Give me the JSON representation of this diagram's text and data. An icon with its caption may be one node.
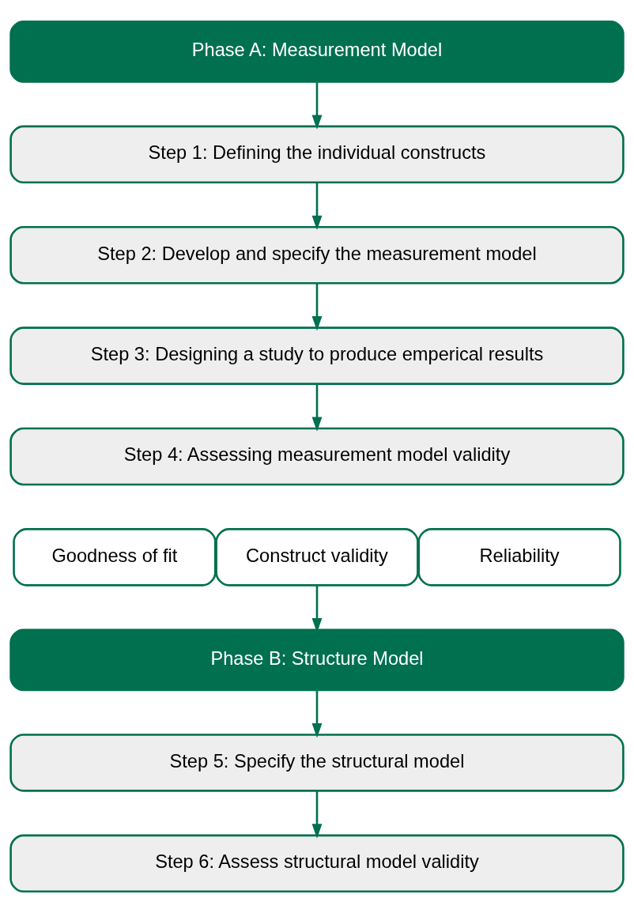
{
  "diagram": {
    "nodes": [
      {
        "text": [
          "Phase A: Measurement Model"
        ]
      },
      {
        "text": [
          "Step 1: Defining the individual constructs"
        ]
      },
      {
        "text": [
          "Step 2: Develop and specify the measurement model"
        ]
      },
      {
        "text": [
          "Step 3: Designing a study to produce emperical results"
        ]
      },
      {
        "text": [
          "Step 4: Assessing measurement model validity"
        ]
      },
      {
        "text": [
          "Goodness of fit"
        ]
      },
      {
        "text": [
          "Construct validity"
        ]
      },
      {
        "text": [
          "Reliability"
        ]
      },
      {
        "text": [
          "Phase B: Structure Model"
        ]
      },
      {
        "text": [
          "Step 5: Specify the structural model"
        ]
      },
      {
        "text": [
          "Step 6: Assess structural model validity"
        ]
      }
    ],
    "edges": [
      {
        "from": 0,
        "to": 1,
        "arrow": "to"
      },
      {
        "from": 1,
        "to": 2,
        "arrow": "to"
      },
      {
        "from": 2,
        "to": 3,
        "arrow": "to"
      },
      {
        "from": 3,
        "to": 4,
        "arrow": "to"
      },
      {
        "from": 6,
        "to": 8,
        "arrow": "to"
      },
      {
        "from": 8,
        "to": 9,
        "arrow": "to"
      },
      {
        "from": 9,
        "to": 10,
        "arrow": "to"
      }
    ]
  }
}
